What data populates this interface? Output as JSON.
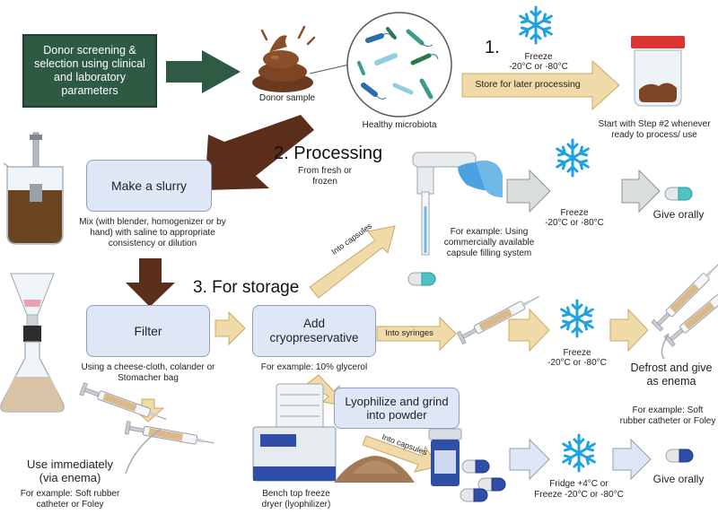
{
  "donor_box": "Donor screening & selection using clinical and laboratory parameters",
  "donor_sample": "Donor sample",
  "healthy_microbiota": "Healthy microbiota",
  "step1": {
    "number": "1.",
    "freeze": "Freeze",
    "temp": "-20°C or -80°C",
    "arrow_label": "Store for later processing",
    "start_note": "Start with Step #2 whenever ready to process/ use"
  },
  "step2": {
    "title": "2. Processing",
    "subtitle": "From fresh or frozen",
    "slurry_box": "Make a slurry",
    "slurry_desc": "Mix (with blender, homogenizer or by hand) with saline to appropriate consistency or dilution",
    "capsule_example": "For example: Using commercially available capsule filling system",
    "freeze": "Freeze",
    "temp": "-20°C or -80°C",
    "give_orally": "Give orally"
  },
  "step3": {
    "title": "3. For storage",
    "into_capsules": "Into capsules",
    "filter_box": "Filter",
    "filter_desc": "Using a cheese-cloth, colander or Stomacher bag",
    "cryo_box": "Add cryopreservative",
    "cryo_example": "For example: 10% glycerol",
    "into_syringes": "Into syringes",
    "freeze": "Freeze",
    "temp": "-20°C or -80°C",
    "defrost": "Defrost and give as enema",
    "enema_example": "For example: Soft rubber catheter or Foley",
    "lyophilize_box": "Lyophilize and grind into powder",
    "into_capsules2": "Into capsules",
    "freeze_dryer": "Bench top freeze dryer (lyophilizer)",
    "fridge": "Fridge +4°C or",
    "fridge_freeze": "Freeze -20°C or -80°C",
    "give_orally": "Give orally"
  },
  "immediate": {
    "title": "Use immediately (via enema)",
    "example": "For example: Soft rubber catheter or Foley"
  },
  "colors": {
    "donor_green": "#2e5a44",
    "arrow_green": "#2f5a43",
    "arrow_brown": "#5a2e1a",
    "arrow_tan": "#f0dba8",
    "arrow_grey": "#d9dedc",
    "snowflake": "#1fa3e0",
    "box_blue": "#dfe7f7",
    "capsule_teal": "#4fc3c3",
    "capsule_blue": "#2f4ea8"
  }
}
